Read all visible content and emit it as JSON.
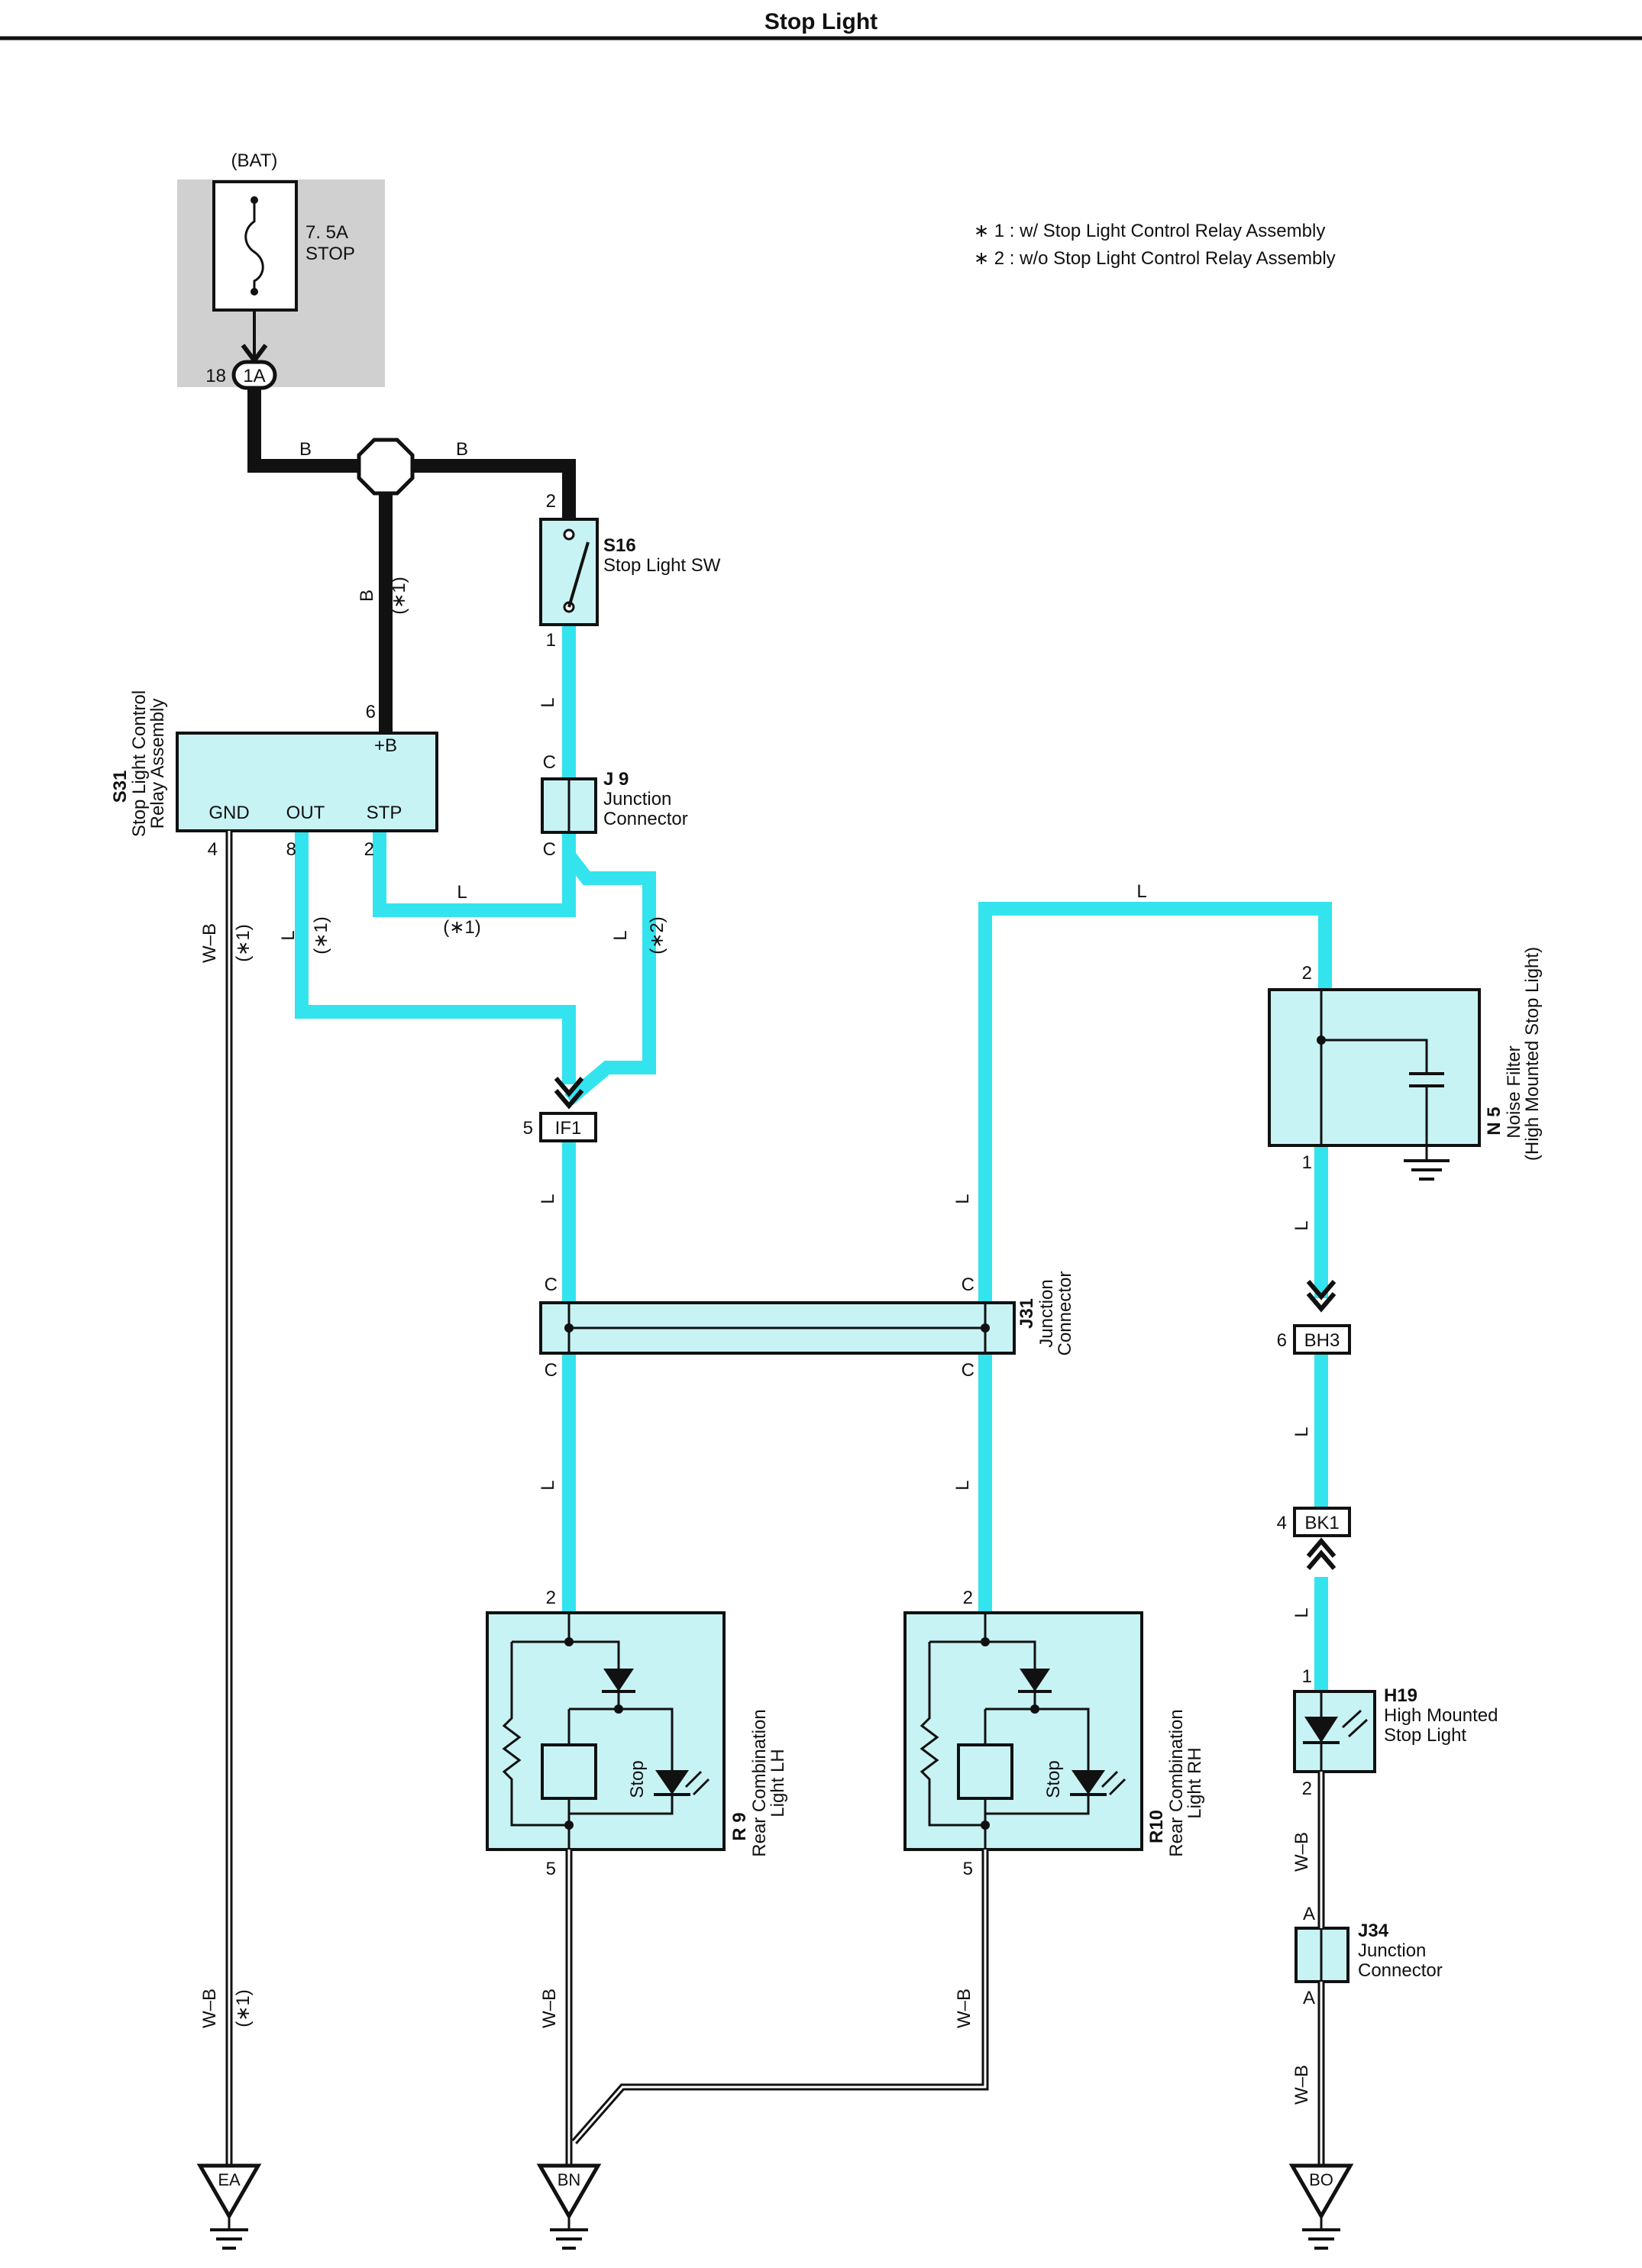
{
  "title": "Stop Light",
  "notes": {
    "note1": "∗ 1 : w/ Stop Light Control Relay Assembly",
    "note2": "∗ 2 : w/o Stop Light Control Relay Assembly"
  },
  "fuse": {
    "source": "(BAT)",
    "rating": "7. 5A",
    "name": "STOP",
    "pin": "18",
    "connector": "1A"
  },
  "wire_colors": {
    "b": "B",
    "l": "L",
    "wb": "W–B"
  },
  "variant_tags": {
    "v1": "(∗1)",
    "v2": "(∗2)"
  },
  "switch": {
    "code": "S16",
    "name": "Stop Light SW",
    "pin_top": "2",
    "pin_bottom": "1"
  },
  "j9": {
    "code": "J 9",
    "name1": "Junction",
    "name2": "Connector",
    "pin_top": "C",
    "pin_bottom": "C"
  },
  "relay": {
    "code": "S31",
    "name1": "Stop Light Control",
    "name2": "Relay Assembly",
    "term_b": "+B",
    "term_gnd": "GND",
    "term_out": "OUT",
    "term_stp": "STP",
    "pin_b": "6",
    "pin_gnd": "4",
    "pin_out": "8",
    "pin_stp": "2"
  },
  "if1": {
    "label": "IF1",
    "pin": "5"
  },
  "j31": {
    "code": "J31",
    "name1": "Junction",
    "name2": "Connector",
    "pin": "C"
  },
  "r9": {
    "code": "R 9",
    "name1": "Rear Combination",
    "name2": "Light LH",
    "bulb": "Stop",
    "pin_top": "2",
    "pin_bottom": "5"
  },
  "r10": {
    "code": "R10",
    "name1": "Rear Combination",
    "name2": "Light RH",
    "bulb": "Stop",
    "pin_top": "2",
    "pin_bottom": "5"
  },
  "n5": {
    "code": "N 5",
    "name1": "Noise Filter",
    "name2": "(High Mounted Stop Light)",
    "pin_top": "2",
    "pin_bottom": "1"
  },
  "bh3": {
    "label": "BH3",
    "pin": "6"
  },
  "bk1": {
    "label": "BK1",
    "pin": "4"
  },
  "h19": {
    "code": "H19",
    "name1": "High Mounted",
    "name2": "Stop Light",
    "pin_top": "1",
    "pin_bottom": "2"
  },
  "j34": {
    "code": "J34",
    "name1": "Junction",
    "name2": "Connector",
    "pin": "A"
  },
  "grounds": {
    "ea": "EA",
    "bn": "BN",
    "bo": "BO"
  },
  "colors": {
    "wire_light_blue": "#33e4ee",
    "component_fill": "#c8f3f5",
    "fuse_panel": "#d0d0d0",
    "wire_black": "#111111"
  }
}
